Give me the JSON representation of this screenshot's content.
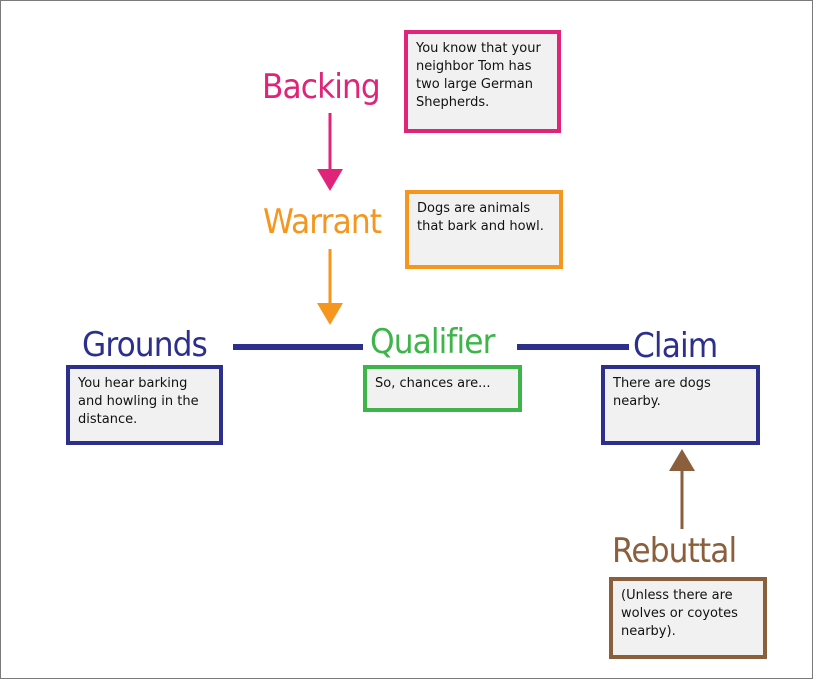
{
  "colors": {
    "backing": "#e0247a",
    "warrant": "#f5961e",
    "grounds": "#2d2f8c",
    "qualifier": "#3db549",
    "claim": "#2d2f8c",
    "rebuttal": "#8b5e3c",
    "line": "#2d2f8c"
  },
  "backing": {
    "label": "Backing",
    "text": "You know that your neighbor Tom has two large German Shepherds."
  },
  "warrant": {
    "label": "Warrant",
    "text": "Dogs are animals that bark and howl."
  },
  "grounds": {
    "label": "Grounds",
    "text": "You hear barking and howling in the distance."
  },
  "qualifier": {
    "label": "Qualifier",
    "text": "So, chances are..."
  },
  "claim": {
    "label": "Claim",
    "text": "There are dogs nearby."
  },
  "rebuttal": {
    "label": "Rebuttal",
    "text": "(Unless there are wolves or coyotes nearby)."
  }
}
